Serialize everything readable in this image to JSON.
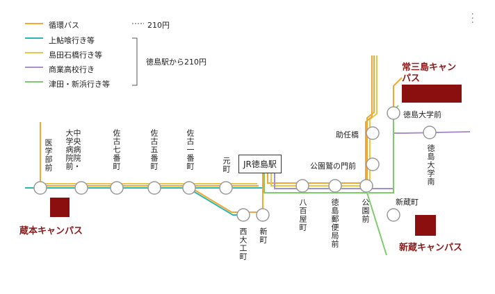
{
  "legend": [
    {
      "label": "循環バス",
      "color": "#f0a830"
    },
    {
      "label": "上鮎喰行き等",
      "color": "#2ab7b0"
    },
    {
      "label": "島田石橋行き等",
      "color": "#e8c64a"
    },
    {
      "label": "商業高校行き",
      "color": "#a98fc9"
    },
    {
      "label": "津田・新浜行き等",
      "color": "#7dcc6a"
    }
  ],
  "fares": {
    "loop_fare": "210円",
    "from_station_fare": "徳島駅から210円"
  },
  "hub": {
    "label": "JR徳島駅"
  },
  "stops": {
    "igakubu": "医学部前",
    "chuo_byoin": "中央病院・大学病院前",
    "sako7": "佐古七番町",
    "sako5": "佐古五番町",
    "sako1": "佐古一番町",
    "motomachi": "元町",
    "nishi_daiku": "西大工町",
    "shinmachi": "新町",
    "hakkyaku": "八百屋町",
    "yubinkyoku": "徳島郵便局前",
    "koen": "公園前",
    "washi_mon": "公園鷲の門前",
    "sukenin": "助任橋",
    "tokudai": "徳島大学前",
    "shinkura": "新蔵町",
    "tokudai_minami": "徳島大学南"
  },
  "campuses": {
    "josanjima": "常三島キャンパス",
    "kuramoto": "蔵本キャンパス",
    "shinkura": "新蔵キャンパス"
  },
  "colors": {
    "campus": "#8b0f0f"
  }
}
